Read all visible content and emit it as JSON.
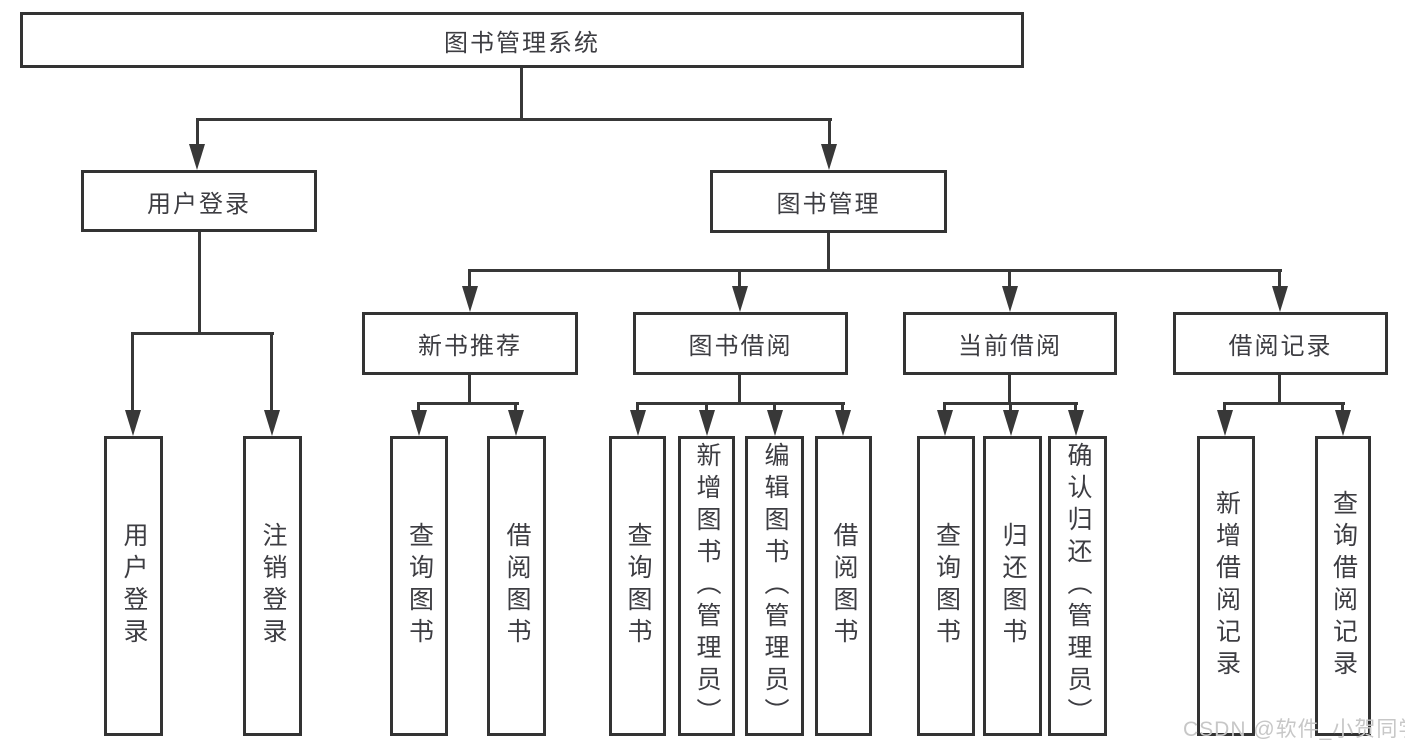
{
  "diagram": {
    "root": {
      "label": "图书管理系统"
    },
    "branches": [
      {
        "label": "用户登录",
        "children": [
          {
            "label": "用户登录"
          },
          {
            "label": "注销登录"
          }
        ]
      },
      {
        "label": "图书管理",
        "children": [
          {
            "label": "新书推荐",
            "children": [
              {
                "label": "查询图书"
              },
              {
                "label": "借阅图书"
              }
            ]
          },
          {
            "label": "图书借阅",
            "children": [
              {
                "label": "查询图书"
              },
              {
                "label": "新增图书（管理员）"
              },
              {
                "label": "编辑图书（管理员）"
              },
              {
                "label": "借阅图书"
              }
            ]
          },
          {
            "label": "当前借阅",
            "children": [
              {
                "label": "查询图书"
              },
              {
                "label": "归还图书"
              },
              {
                "label": "确认归还（管理员）"
              }
            ]
          },
          {
            "label": "借阅记录",
            "children": [
              {
                "label": "新增借阅记录"
              },
              {
                "label": "查询借阅记录"
              }
            ]
          }
        ]
      }
    ]
  },
  "watermark": {
    "text": "CSDN @软件_小贺同学"
  },
  "colors": {
    "line": "#383838",
    "border": "#333333",
    "text": "#3d3d42",
    "watermark": "#c7c7c7",
    "background": "#ffffff"
  }
}
